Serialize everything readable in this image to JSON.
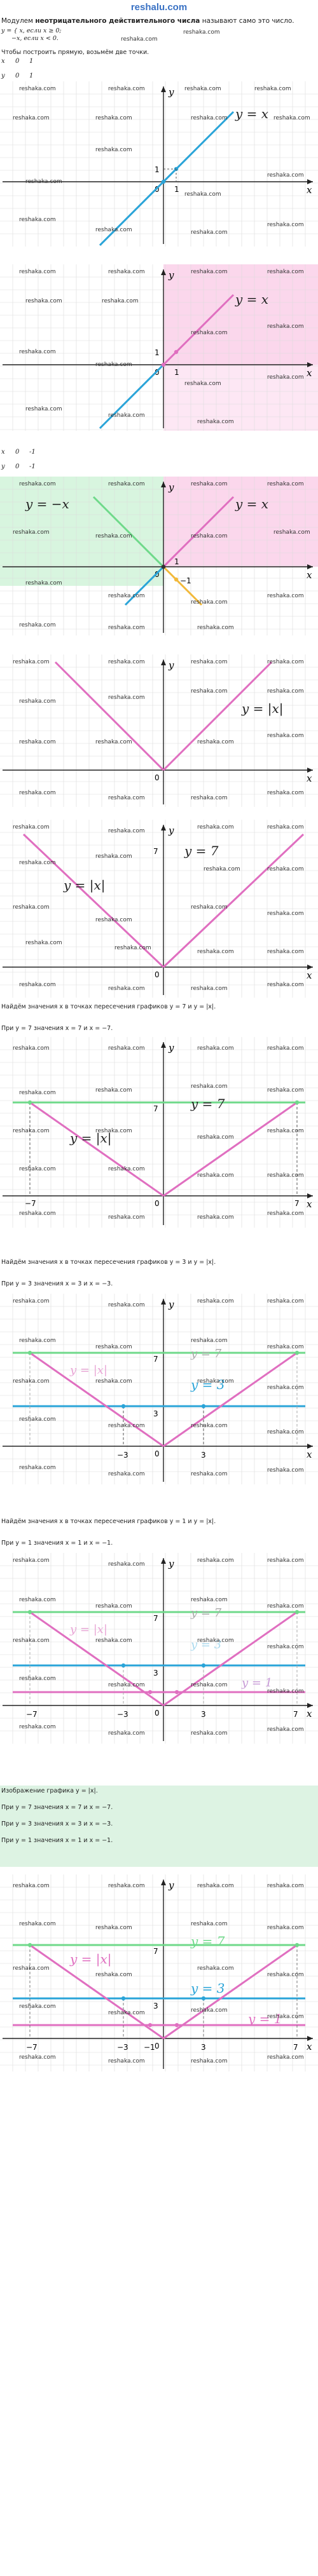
{
  "header": {
    "logo": "reshalu.com"
  },
  "intro": {
    "line1_a": "Модулем ",
    "line1_b": "неотрицательного действительного числа",
    "line1_c": " называют само это число.",
    "piece_label": "y =",
    "piece1": "x, если x ≥ 0;",
    "piece2": "−x, если x < 0.",
    "watermark": "reshaka.com"
  },
  "table1": {
    "row1": [
      "x",
      "0",
      "1"
    ],
    "row2": [
      "y",
      "0",
      "1"
    ]
  },
  "step_text": "Чтобы построить прямую, возьмём две точки.",
  "table2": {
    "row1": [
      "x",
      "0",
      "-1"
    ],
    "row2": [
      "y",
      "0",
      "-1"
    ]
  },
  "watermark": "reshaka.com",
  "labels": {
    "y_eq_x": "y = x",
    "y_eq_negx": "y = −x",
    "y_eq_absx": "y = |x|",
    "y_eq_7": "y = 7",
    "y_eq_3": "y = 3",
    "y_eq_1": "y = 1",
    "axis_x": "x",
    "axis_y": "y",
    "origin": "0",
    "one": "1",
    "neg_one": "−1",
    "seven": "7",
    "neg_seven": "−7",
    "three": "3",
    "neg_three": "−3"
  },
  "texts": {
    "find7": "Найдём значения x в точках пересечения графиков y = 7 и y = |x|.",
    "res7": "При y = 7 значения x = 7 и x = −7.",
    "find3": "Найдём значения x в точках пересечения графиков y = 3 и y = |x|.",
    "res3": "При y = 3 значения x = 3 и x = −3.",
    "find1": "Найдём значения x в точках пересечения графиков y = 1 и y = |x|.",
    "res1": "При y = 1 значения x = 1 и x = −1.",
    "final_title": "Изображение графика y = |x|.",
    "final7": "При y = 7 значения x = 7 и x = −7.",
    "final3": "При y = 3 значения x = 3 и x = −3.",
    "final1": "При y = 1 значения x = 1 и x = −1."
  },
  "colors": {
    "blue": "#2aa4d8",
    "pink": "#e06fc0",
    "green": "#6fd98a",
    "yellow": "#f2b93a",
    "pink_fill": "#fbd7ec",
    "green_fill": "#d8f5df",
    "grid": "#dcdcdc"
  }
}
